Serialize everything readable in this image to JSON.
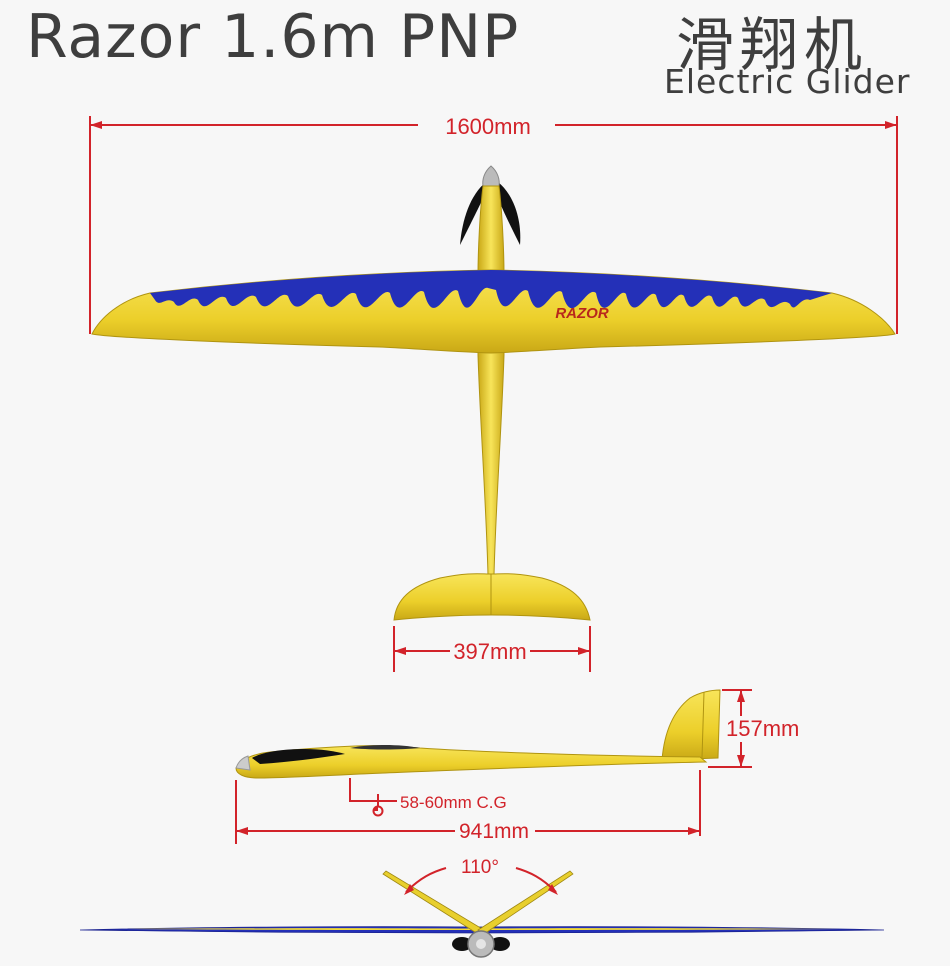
{
  "header": {
    "title": "Razor 1.6m PNP",
    "title_cn": "滑翔机",
    "subtitle": "Electric Glider"
  },
  "dimensions": {
    "wingspan": "1600mm",
    "tail_span": "397mm",
    "tail_height": "157mm",
    "cg": "58-60mm C.G",
    "length": "941mm",
    "dihedral": "110°"
  },
  "wing_logo": "RAZOR",
  "colors": {
    "dimension": "#d2232a",
    "wing_yellow": "#f2da3c",
    "wing_blue": "#2430b8",
    "text": "#3e3e3e"
  }
}
